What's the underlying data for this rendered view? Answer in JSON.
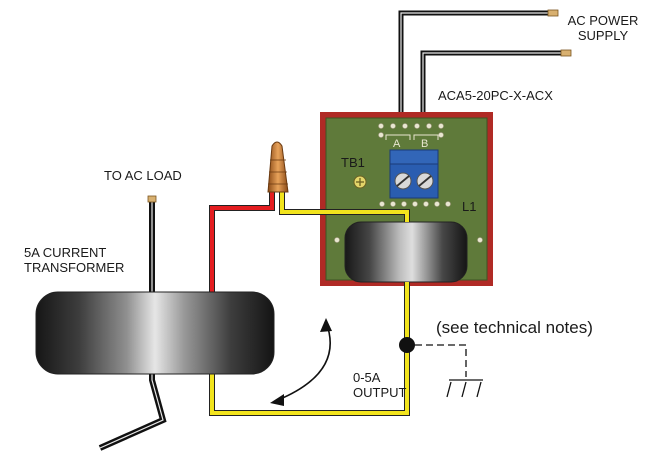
{
  "labels": {
    "ac_power_supply": "AC POWER\nSUPPLY",
    "model_number": "ACA5-20PC-X-ACX",
    "to_ac_load": "TO AC LOAD",
    "current_transformer": "5A CURRENT\nTRANSFORMER",
    "output": "0-5A\nOUTPUT",
    "technical_notes": "(see technical notes)"
  },
  "board_markings": {
    "terminal_block": "TB1",
    "inductor": "L1",
    "terminal_a": "A",
    "terminal_b": "B"
  },
  "colors": {
    "board_border": "#b02a25",
    "board_green": "#5f7a3a",
    "wire_black": "#111111",
    "wire_red": "#e41d20",
    "wire_yellow": "#f2e41d",
    "terminal_blue": "#2a5db0",
    "wire_nut": "#c97a32"
  }
}
